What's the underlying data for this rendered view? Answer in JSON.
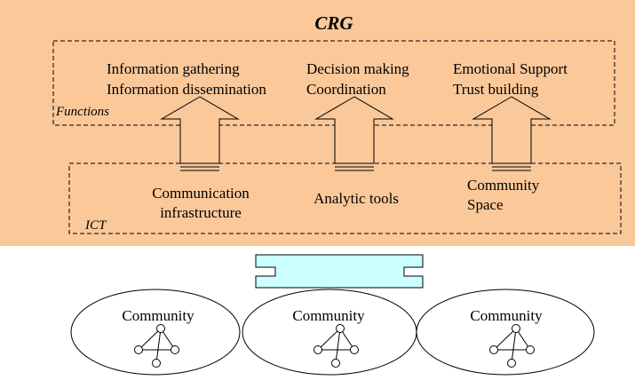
{
  "title": "CRG",
  "functions": {
    "label": "Functions",
    "groups": [
      {
        "line1": "Information gathering",
        "line2": "Information dissemination"
      },
      {
        "line1": "Decision making",
        "line2": "Coordination"
      },
      {
        "line1": "Emotional Support",
        "line2": "Trust building"
      }
    ]
  },
  "ict": {
    "label": "ICT",
    "items": [
      {
        "line1": "Communication",
        "line2": "infrastructure"
      },
      {
        "line1": "Analytic tools",
        "line2": ""
      },
      {
        "line1": "Community",
        "line2": "Space"
      }
    ]
  },
  "communities": [
    {
      "label": "Community"
    },
    {
      "label": "Community"
    },
    {
      "label": "Community"
    }
  ],
  "colors": {
    "crg_background": "#fbc89a",
    "connector_fill": "#ccffff",
    "stroke": "#000000"
  }
}
